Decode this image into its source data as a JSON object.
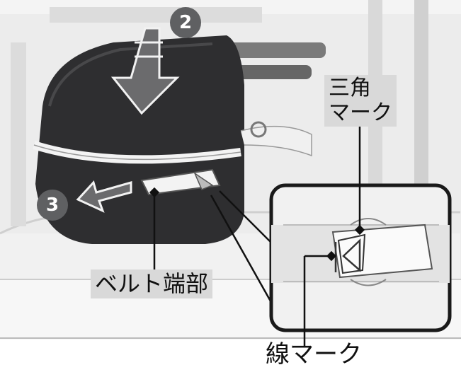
{
  "steps": {
    "push_down": "2",
    "pull_left": "3"
  },
  "labels": {
    "triangle_mark_line1": "三角",
    "triangle_mark_line2": "マーク",
    "belt_end": "ベルト端部",
    "line_mark": "線マーク"
  },
  "colors": {
    "background": "#ffffff",
    "panel_gray": "#e6e6e6",
    "dark_body": "#2e2e30",
    "badge_gray": "#5f6062",
    "label_box": "#d9d9d9"
  }
}
